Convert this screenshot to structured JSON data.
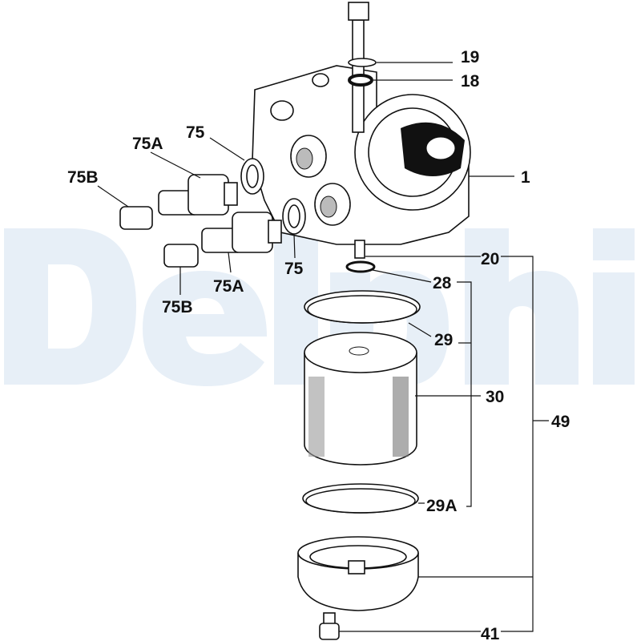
{
  "watermark": "Delphi",
  "labels": {
    "l19": "19",
    "l18": "18",
    "l1": "1",
    "l75_top": "75",
    "l75a_top": "75A",
    "l75b_top": "75B",
    "l75_bottom": "75",
    "l75a_bottom": "75A",
    "l75b_bottom": "75B",
    "l20": "20",
    "l28": "28",
    "l29": "29",
    "l30": "30",
    "l29a": "29A",
    "l49": "49",
    "l41": "41"
  }
}
